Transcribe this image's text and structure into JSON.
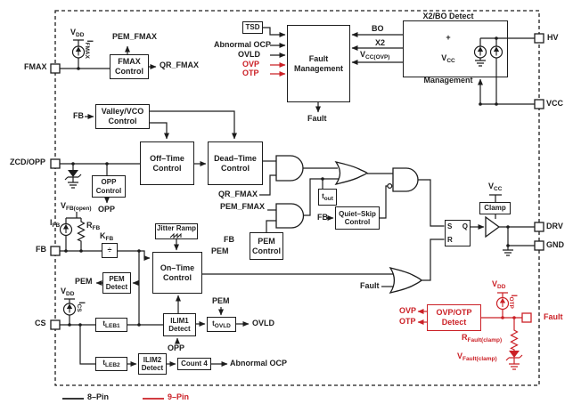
{
  "pins": {
    "fmax": "FMAX",
    "zcd_opp": "ZCD/OPP",
    "fb": "FB",
    "cs": "CS",
    "hv": "HV",
    "vcc": "VCC",
    "drv": "DRV",
    "gnd": "GND",
    "fault": "Fault"
  },
  "blocks": {
    "fmax_control": "FMAX\nControl",
    "valley_vco": "Valley/VCO\nControl",
    "off_time": "Off–Time\nControl",
    "dead_time": "Dead–Time\nControl",
    "opp_control": "OPP\nControl",
    "jitter_ramp": "Jitter Ramp",
    "kfb_divide": "÷",
    "on_time": "On–Time\nControl",
    "pem_detect": "PEM\nDetect",
    "pem_control": "PEM\nControl",
    "quiet_skip": "Quiet–Skip\nControl",
    "ilim1_detect": "ILIM1\nDetect",
    "ilim2_detect": "ILIM2\nDetect",
    "count4": "Count 4",
    "tsd": "TSD",
    "fault_mgmt": "Fault\nManagement",
    "clamp": "Clamp",
    "ovp_otp": "OVP/OTP\nDetect",
    "x2bo": {
      "line1": "X2/BO Detect",
      "line2": "+",
      "vcc_base": "V",
      "vcc_sub": "CC",
      "line4": "Management"
    },
    "latch": {
      "s": "S",
      "r": "R",
      "q": "Q"
    }
  },
  "sub_labels": {
    "vdd": {
      "base": "V",
      "sub": "DD"
    },
    "vcc": {
      "base": "V",
      "sub": "CC"
    },
    "vcc_ovp": {
      "base": "V",
      "sub": "CC(OVP)"
    },
    "ifmax": {
      "base": "I",
      "sub": "FMAX"
    },
    "ics": {
      "base": "I",
      "sub": "CS"
    },
    "iotp": {
      "base": "I",
      "sub": "OTP"
    },
    "ifb": {
      "base": "I",
      "sub": "FB"
    },
    "rfb": {
      "base": "R",
      "sub": "FB"
    },
    "kfb": {
      "base": "K",
      "sub": "FB"
    },
    "vfb_open": {
      "base": "V",
      "sub": "FB(open)"
    },
    "t_out": {
      "base": "t",
      "sub": "out"
    },
    "t_leb1": {
      "base": "t",
      "sub": "LEB1"
    },
    "t_leb2": {
      "base": "t",
      "sub": "LEB2"
    },
    "t_ovld": {
      "base": "t",
      "sub": "OVLD"
    },
    "r_fault_clamp": {
      "base": "R",
      "sub": "Fault(clamp)"
    },
    "v_fault_clamp": {
      "base": "V",
      "sub": "Fault(clamp)"
    }
  },
  "signals": {
    "pem_fmax": "PEM_FMAX",
    "qr_fmax": "QR_FMAX",
    "fb": "FB",
    "pem": "PEM",
    "opp": "OPP",
    "ovld": "OVLD",
    "abnormal_ocp": "Abnormal OCP",
    "bo": "BO",
    "x2": "X2",
    "ovp": "OVP",
    "otp": "OTP",
    "fault": "Fault"
  },
  "legend": {
    "pin8": "8–Pin",
    "pin9": "9–Pin"
  },
  "colors": {
    "line": "#1c1c1c",
    "red": "#cb2026"
  }
}
